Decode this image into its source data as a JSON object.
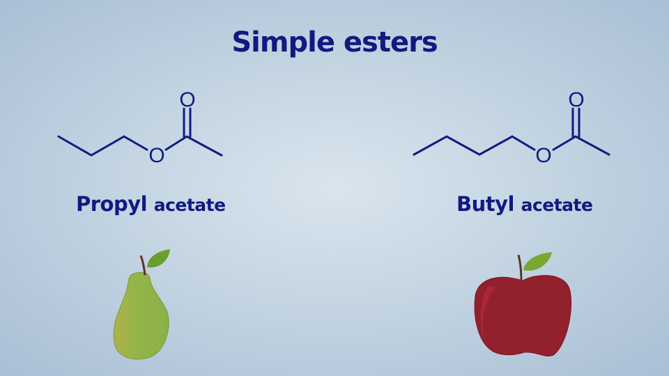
{
  "title": "Simple esters",
  "molecules": [
    {
      "name_main": "Propyl",
      "name_rest": "acetate",
      "atoms": [
        "O",
        "O"
      ],
      "fruit": "pear"
    },
    {
      "name_main": "Butyl",
      "name_rest": "acetate",
      "atoms": [
        "O",
        "O"
      ],
      "fruit": "apple"
    }
  ],
  "colors": {
    "text": "#111a80",
    "pear": "#93b54a",
    "apple": "#92202d",
    "leaf": "#6a9e2e",
    "stem": "#5a3420"
  }
}
